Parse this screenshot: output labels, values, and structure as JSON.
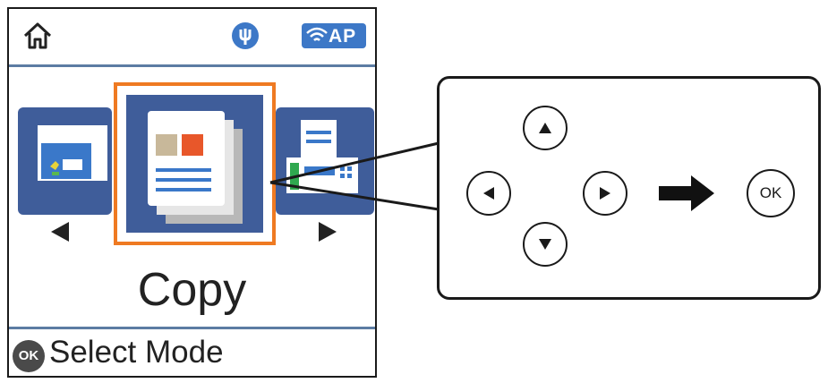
{
  "status_bar": {
    "home_icon": "home-icon",
    "usb_icon": "usb-icon",
    "wifi_ap_label": "AP"
  },
  "mode_carousel": {
    "modes": [
      {
        "name": "scan-mode-icon"
      },
      {
        "name": "copy-mode-icon",
        "selected": true
      },
      {
        "name": "fax-mode-icon"
      }
    ],
    "selected_label": "Copy",
    "highlight_color": "#ef7a22",
    "tile_color": "#3f5d9a"
  },
  "footer": {
    "ok_badge": "OK",
    "instruction": "Select Mode"
  },
  "control_panel": {
    "ok_label": "OK"
  }
}
